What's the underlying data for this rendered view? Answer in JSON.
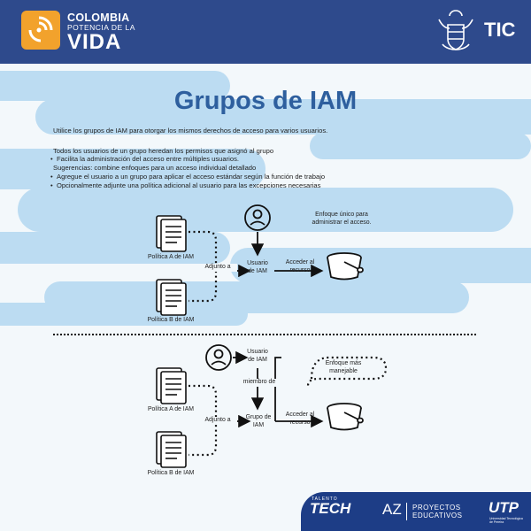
{
  "header": {
    "brand_line1": "COLOMBIA",
    "brand_line2": "POTENCIA DE LA",
    "brand_line3": "VIDA",
    "tic_label": "TIC"
  },
  "title": "Grupos de IAM",
  "intro": "Utilice los grupos de IAM para otorgar los mismos derechos de acceso para varios usuarios.",
  "paragraph1": "Todos los usuarios de un grupo heredan los permisos que asignó al grupo",
  "bullets1": [
    "Facilita la administración del acceso entre múltiples usuarios."
  ],
  "paragraph2": "Sugerencias: combine enfoques para un acceso individual detallado",
  "bullets2": [
    "Agregue el usuario a un grupo para aplicar el acceso estándar según la función de trabajo",
    "Opcionalmente adjunte una política adicional al usuario para las excepciones necesarias"
  ],
  "diagram1": {
    "policy_a": "Política A de IAM",
    "policy_b": "Política B de IAM",
    "attached_to": "Adjunto a",
    "user": [
      "Usuario",
      "de IAM"
    ],
    "access": [
      "Acceder al",
      "recurso"
    ],
    "note": [
      "Enfoque único para",
      "administrar el acceso."
    ]
  },
  "diagram2": {
    "policy_a": "Política A de IAM",
    "policy_b": "Política B de IAM",
    "attached_to": "Adjunto a",
    "member_of": "miembro de",
    "user": [
      "Usuario",
      "de IAM"
    ],
    "group": [
      "Grupo de",
      "IAM"
    ],
    "access": [
      "Acceder al",
      "recurso"
    ],
    "note": [
      "Enfoque más",
      "manejable"
    ]
  },
  "footer": {
    "talento": "TALENTO",
    "tech": "TECH",
    "az": "AZ",
    "proyectos": [
      "PROYECTOS",
      "EDUCATIVOS"
    ],
    "utp": "UTP",
    "utp_sub": [
      "Universidad Tecnológica",
      "de Pereira"
    ]
  },
  "colors": {
    "header_bg": "#2e4a8c",
    "title": "#2e5f9e",
    "accent_orange": "#f2a22c",
    "cloud": "#bcdcf2",
    "footer_bg": "#1d3d86"
  }
}
